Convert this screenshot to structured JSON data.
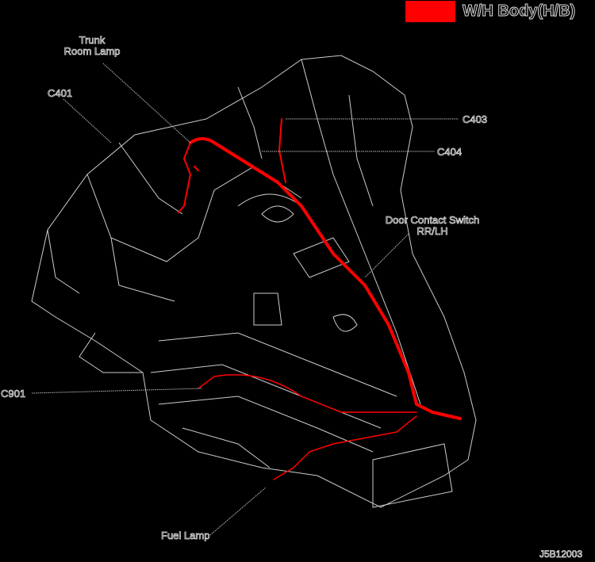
{
  "legend": {
    "label": "W/H Body(H/B)",
    "color": "#ff0000"
  },
  "labels": {
    "trunk_room_lamp": [
      "Trunk",
      "Room Lamp"
    ],
    "c401": "C401",
    "c403": "C403",
    "c404": "C404",
    "door_contact_switch": [
      "Door Contact Switch",
      "RR/LH"
    ],
    "c901": "C901",
    "fuel_lamp": "Fuel Lamp"
  },
  "figure_id": "J5B12003"
}
